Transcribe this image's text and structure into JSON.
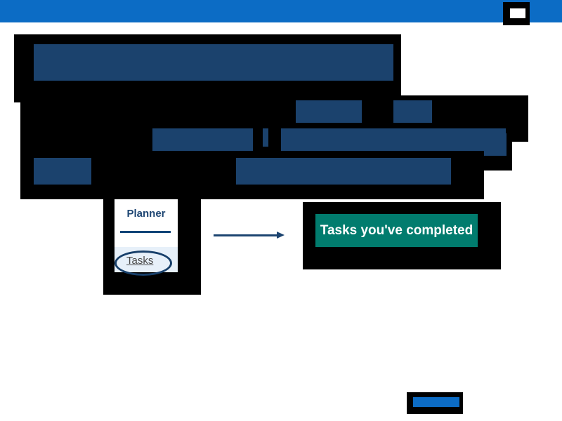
{
  "nav": {
    "planner_label": "Planner",
    "tasks_label": "Tasks"
  },
  "callout": {
    "completed_label": "Tasks you've completed"
  },
  "colors": {
    "topbar": "#0c6cc5",
    "redacted_text": "#1b426d",
    "completed_button": "#017c6e",
    "nav_heading": "#1e4673"
  },
  "icons": {
    "arrow": "arrow-right-icon",
    "highlight": "ellipse-highlight"
  }
}
